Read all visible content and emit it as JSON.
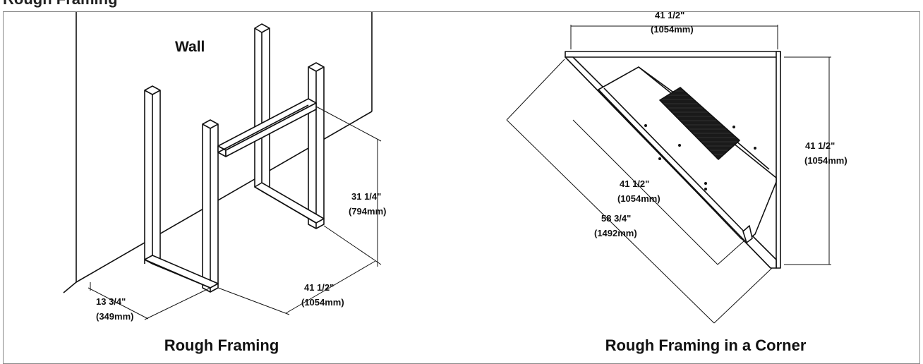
{
  "page": {
    "header_text": "Rough Framing"
  },
  "left_diagram": {
    "wall_label": "Wall",
    "height_dim": {
      "imperial": "31 1/4\"",
      "metric": "(794mm)"
    },
    "width_dim": {
      "imperial": "41 1/2\"",
      "metric": "(1054mm)"
    },
    "depth_dim": {
      "imperial": "13 3/4\"",
      "metric": "(349mm)"
    },
    "caption": "Rough Framing"
  },
  "right_diagram": {
    "top_dim": {
      "imperial": "41 1/2\"",
      "metric": "(1054mm)"
    },
    "side_dim": {
      "imperial": "41 1/2\"",
      "metric": "(1054mm)"
    },
    "unit_dim": {
      "imperial": "41 1/2\"",
      "metric": "(1054mm)"
    },
    "diag_dim": {
      "imperial": "58 3/4\"",
      "metric": "(1492mm)"
    },
    "caption": "Rough Framing in a Corner"
  }
}
